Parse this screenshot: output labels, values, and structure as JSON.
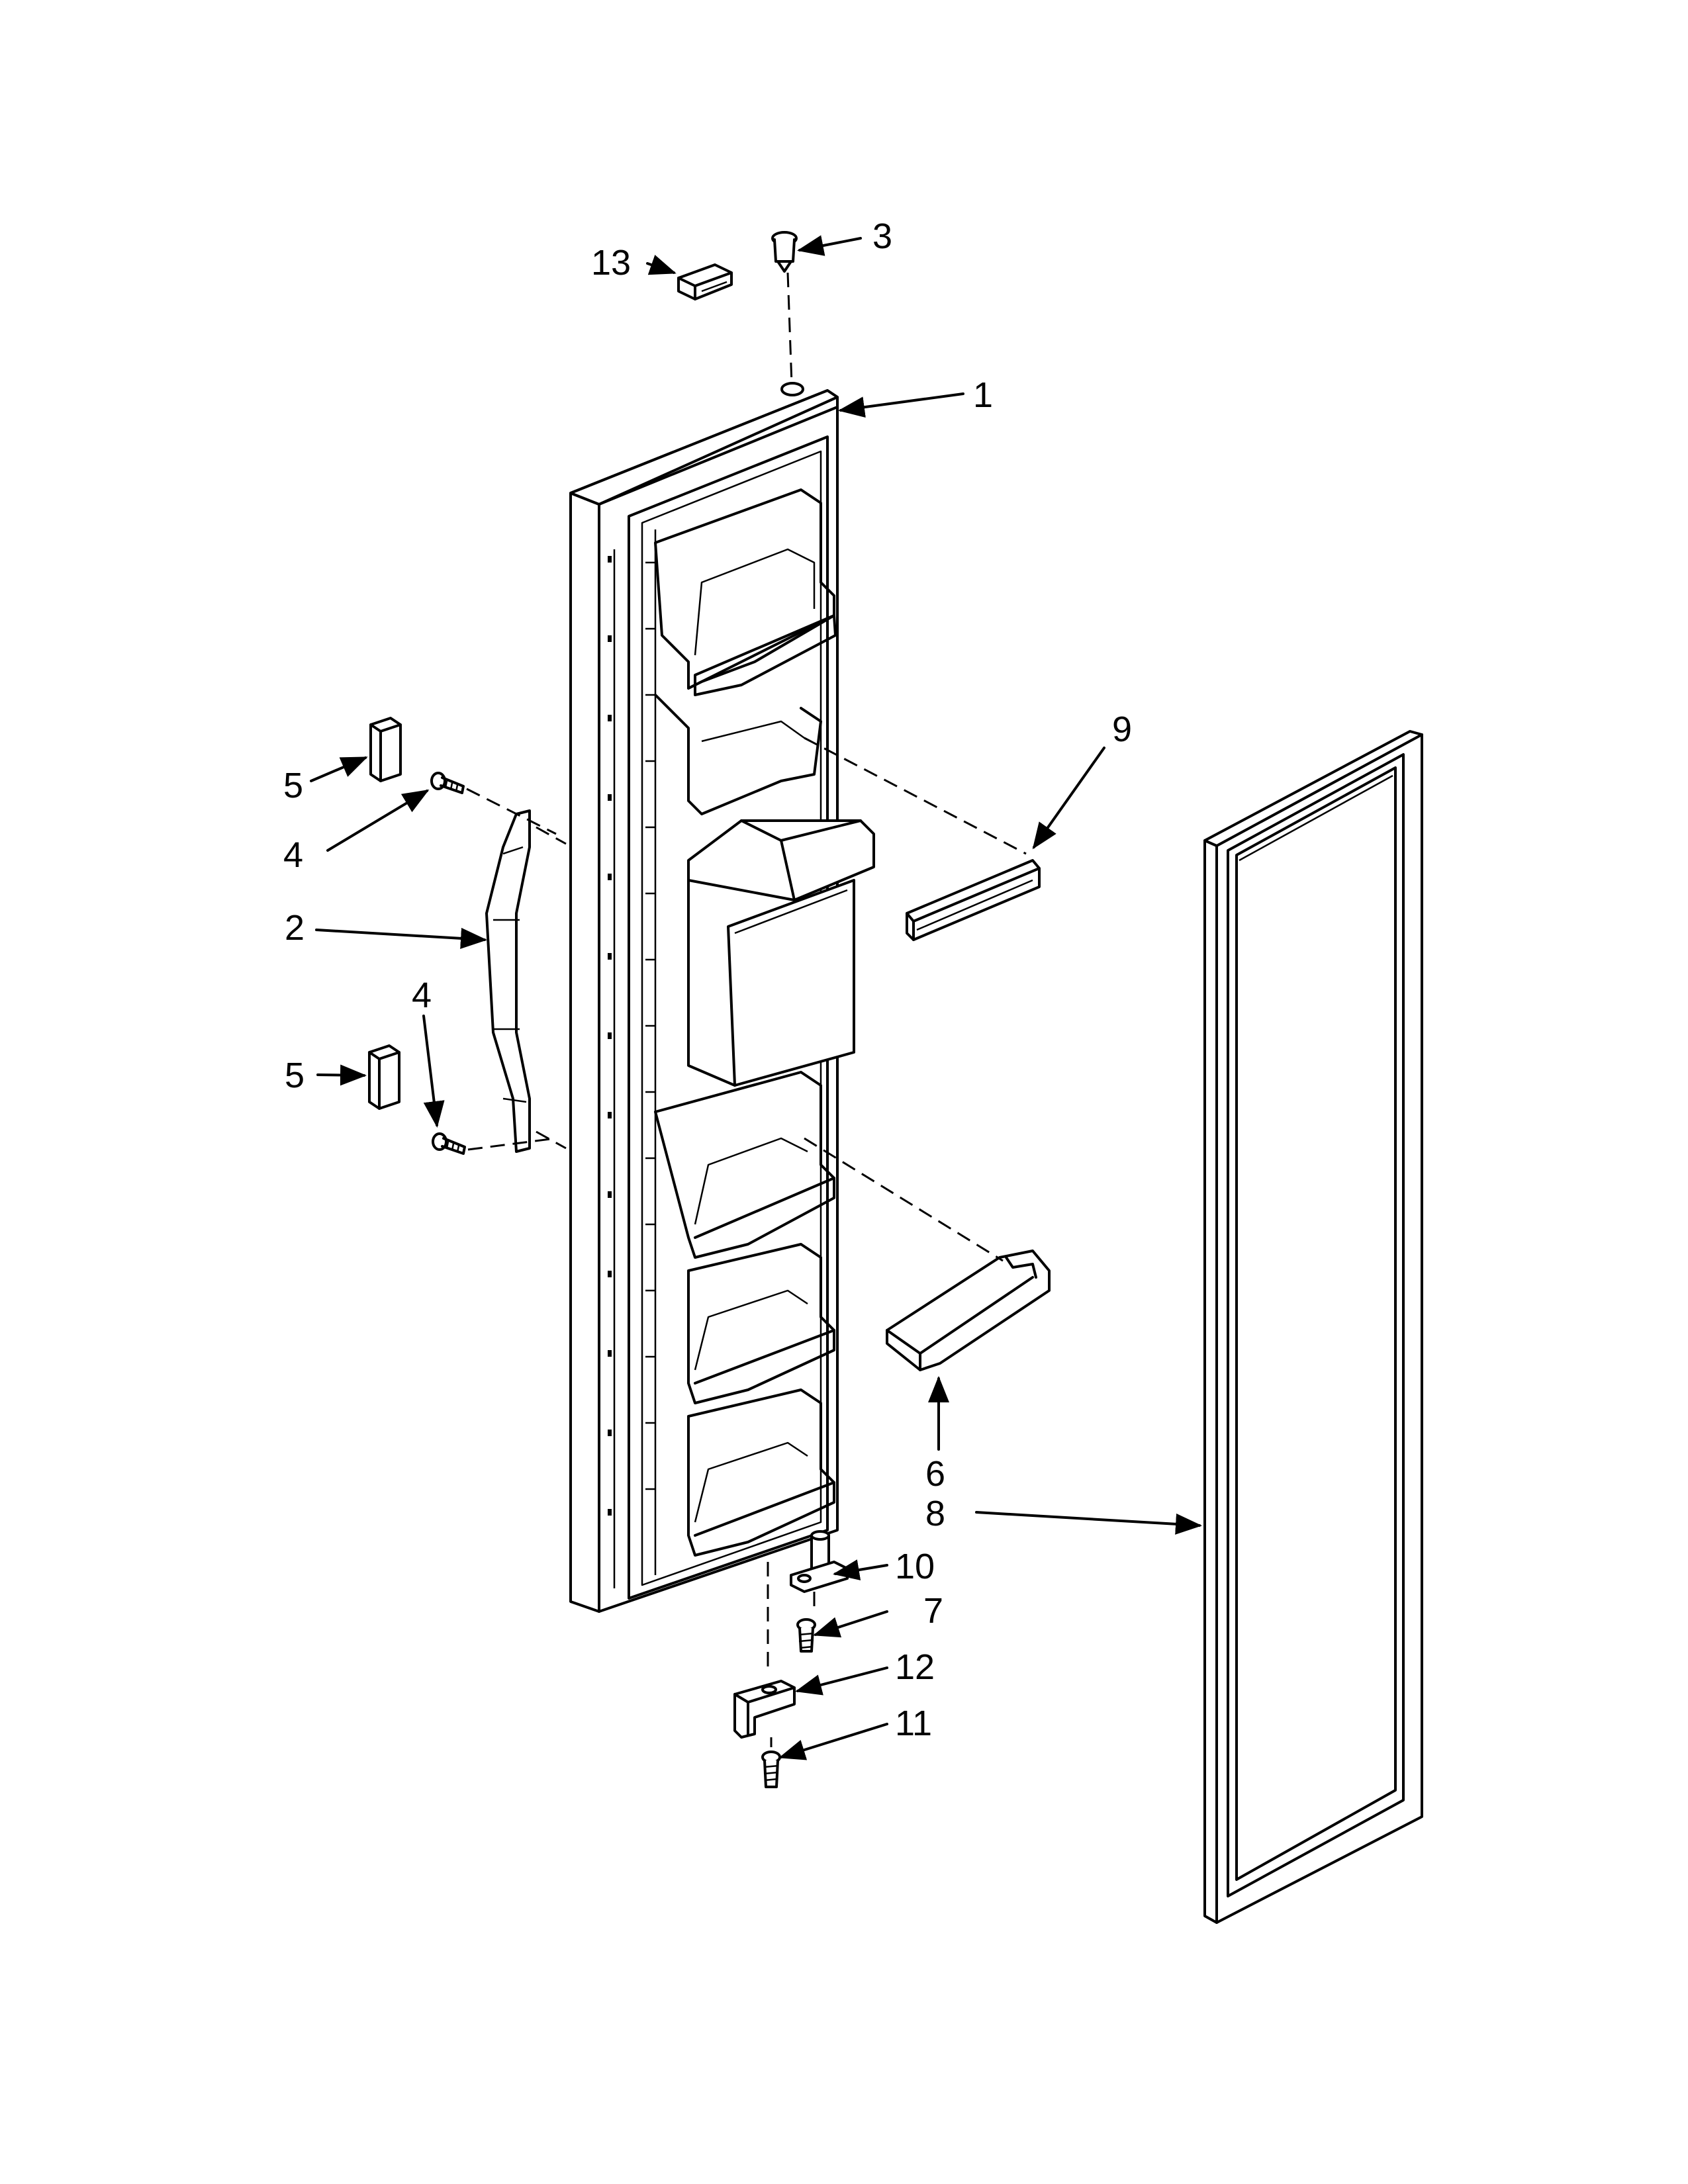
{
  "diagram": {
    "type": "exploded-parts-view",
    "callouts": {
      "part_1": "1",
      "part_2": "2",
      "part_3": "3",
      "part_4_upper": "4",
      "part_4_lower": "4",
      "part_5_upper": "5",
      "part_5_lower": "5",
      "part_6": "6",
      "part_7": "7",
      "part_8": "8",
      "part_9": "9",
      "part_10": "10",
      "part_11": "11",
      "part_12": "12",
      "part_13": "13"
    }
  }
}
